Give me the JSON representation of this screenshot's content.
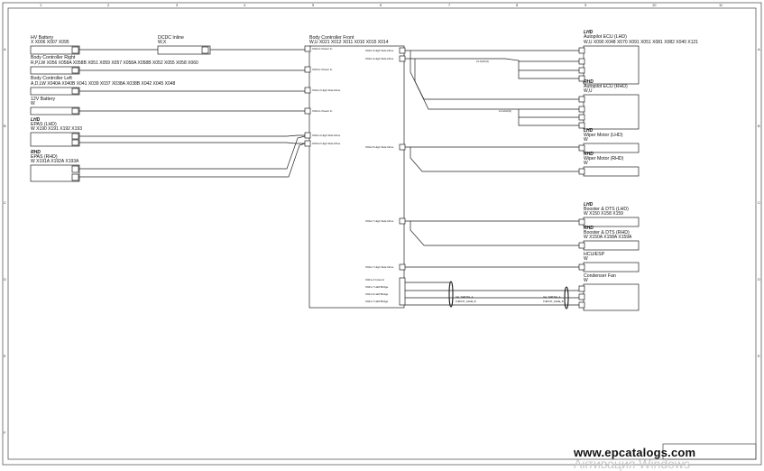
{
  "grid": {
    "columns": [
      "1",
      "2",
      "3",
      "4",
      "5",
      "6",
      "7",
      "8",
      "9",
      "10",
      "11"
    ],
    "rows": [
      "A",
      "B",
      "C",
      "D",
      "E",
      "F"
    ]
  },
  "left_components": [
    {
      "title": "HV Battery",
      "codes": "X  X006 X007 X095"
    },
    {
      "title": "DCDC Inline",
      "codes": "W,X"
    },
    {
      "title": "Body Controller Right",
      "codes": "R,P,LW  X056 X058A X058B X051 X059 X057 X058A X058B X052 X055 X058 X060"
    },
    {
      "title": "Body Controller Left",
      "codes": "A,D,LW  X040A X040B X041 X039 X037 X038A X038B X042 X045 X048"
    },
    {
      "title": "12V Battery",
      "codes": "W"
    },
    {
      "title": "EPAS (LHD)",
      "badge": "LHD",
      "codes": "W  X190 X191 X192 X193"
    },
    {
      "title": "EPAS (RHD)",
      "badge": "RHD",
      "codes": "W  X191A X192A X193A"
    }
  ],
  "center_component": {
    "title": "Body Controller Front",
    "codes": "W,U  X021 X012 X011 X010 X015 X014"
  },
  "right_components": [
    {
      "title": "Autopilot ECU (LHD)",
      "badge": "LHD",
      "codes": "W,U  X090 X048 X070 X091 X051 X081 X082 X040 X121"
    },
    {
      "title": "Autopilot ECU (RHD)",
      "badge": "RHD",
      "codes": "W,U"
    },
    {
      "title": "Wiper Motor (LHD)",
      "badge": "LHD",
      "codes": "W"
    },
    {
      "title": "Wiper Motor (RHD)",
      "badge": "RHD",
      "codes": "W"
    },
    {
      "title": "Booster & DTS (LHD)",
      "badge": "LHD",
      "codes": "W  X150 X158 X159"
    },
    {
      "title": "Booster & DTS (RHD)",
      "badge": "RHD",
      "codes": "W  X150A X158A X159A"
    },
    {
      "title": "HCU/ESP",
      "codes": "W"
    },
    {
      "title": "Condenser Fan",
      "codes": "W"
    }
  ],
  "center_pins": [
    "X012-1 Power In",
    "X013-1 Power In",
    "X012-3 High Side Drive",
    "X012-4 High Side Drive",
    "X013-2 High Side Drive",
    "X012-5 High Side Drive",
    "X012-7 High Side Drive",
    "X021-2 Ground",
    "X021-7 Half Bridge",
    "X021-6 Half Bridge",
    "X021-7 Half Bridge"
  ],
  "wire_labels": [
    "21-GA4C(1)",
    "21-GA4C(2)",
    "GH_THRUSH_A",
    "THRUST_HHHE_B"
  ],
  "watermark": {
    "url": "www.epcatalogs.com",
    "windows": "Активация Windows"
  }
}
